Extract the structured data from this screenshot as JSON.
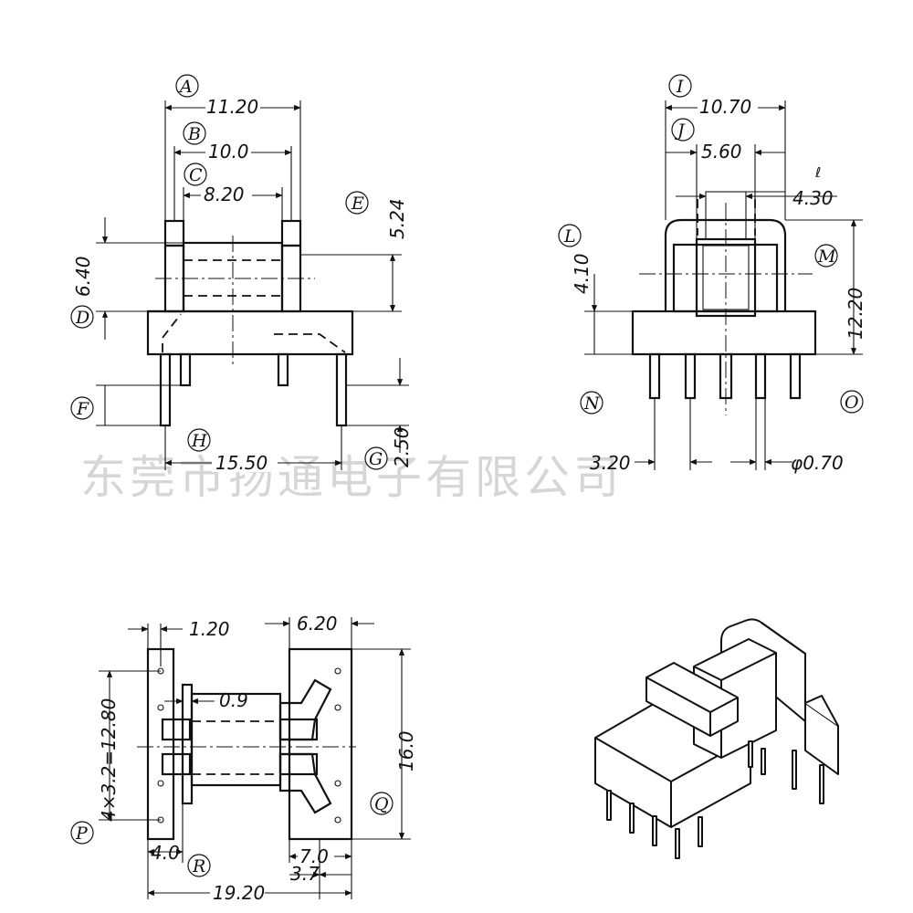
{
  "watermark": "东莞市扬通电子有限公司",
  "callouts": [
    "A",
    "B",
    "C",
    "D",
    "E",
    "F",
    "G",
    "H",
    "I",
    "J",
    "L",
    "M",
    "N",
    "O",
    "P",
    "Q",
    "R"
  ],
  "dimensions": {
    "front": {
      "a": "11.20",
      "b": "10.0",
      "c": "8.20",
      "d": "6.40",
      "e": "5.24",
      "f": "",
      "g": "2.50",
      "h": "15.50"
    },
    "side": {
      "i": "10.70",
      "j": "5.60",
      "k": "4.30",
      "l": "4.10",
      "m": "12.20",
      "n": "3.20",
      "o": "φ0.70"
    },
    "bottom": {
      "p": "4×3.2=12.80",
      "r": "4.0",
      "top_left": "1.20",
      "top_right": "6.20",
      "mid": "0.9",
      "q": "16.0",
      "w": "19.20",
      "x": "7.0",
      "y": "3.7"
    }
  }
}
